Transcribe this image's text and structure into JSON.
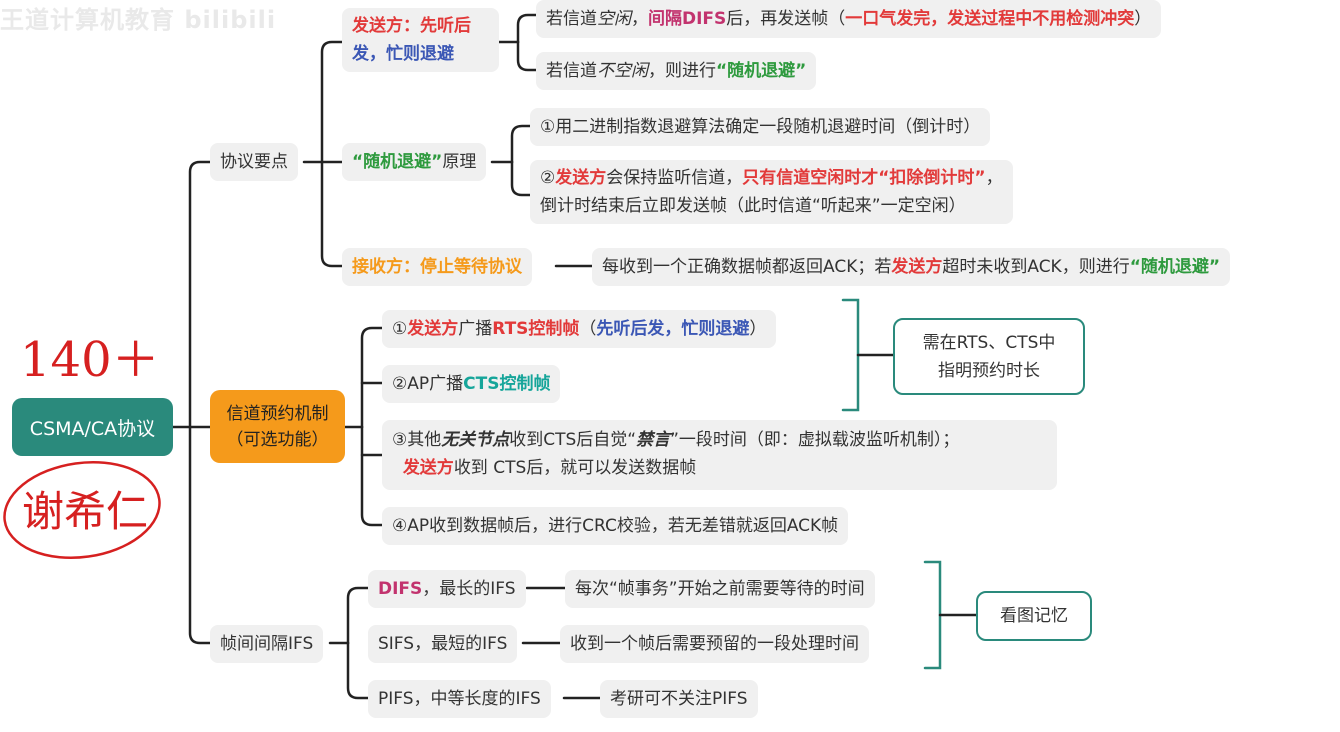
{
  "watermark": "王道计算机教育 bilibili",
  "root": "CSMA/CA协议",
  "branch1": {
    "label": "协议要点",
    "sender": {
      "label_a": "发送方：先听后",
      "label_b": "发，忙则退避",
      "item1": {
        "p1": "若信道",
        "p2": "空闲",
        "p3": "，",
        "p4": "间隔DIFS",
        "p5": "后，再发送帧（",
        "p6": "一口气发完，发送过程中不用检测冲突",
        "p7": "）"
      },
      "item2": {
        "p1": "若信道",
        "p2": "不空闲",
        "p3": "，则进行",
        "p4": "“随机退避”"
      }
    },
    "backoff": {
      "label_a": "“随机退避”",
      "label_b": "原理",
      "item1": "①用二进制指数退避算法确定一段随机退避时间（倒计时）",
      "item2": {
        "p1": "②",
        "p2": "发送方",
        "p3": "会保持监听信道，",
        "p4": "只有信道空闲时才“扣除倒计时”",
        "p5": "，",
        "line2": "倒计时结束后立即发送帧（此时信道“听起来”一定空闲）"
      }
    },
    "receiver": {
      "label": "接收方：停止等待协议",
      "item": {
        "p1": "每收到一个正确数据帧都返回ACK；若",
        "p2": "发送方",
        "p3": "超时未收到ACK，则进行",
        "p4": "“随机退避”"
      }
    }
  },
  "branch2": {
    "label_a": "信道预约机制",
    "label_b": "（可选功能）",
    "item1": {
      "p1": "①",
      "p2": "发送方",
      "p3": "广播",
      "p4": "RTS控制帧",
      "p5": "（",
      "p6": "先听后发，忙则退避",
      "p7": "）"
    },
    "item2": {
      "p1": "②AP广播",
      "p2": "CTS控制帧"
    },
    "item3": {
      "p1": "③其他",
      "p2": "无关节点",
      "p3": "收到CTS后自觉“",
      "p4": "禁言",
      "p5": "”一段时间（即：虚拟载波监听机制）；",
      "p6": "发送方",
      "p7": "收到 CTS后，就可以发送数据帧"
    },
    "item4": "④AP收到数据帧后，进行CRC校验，若无差错就返回ACK帧",
    "note_a": "需在RTS、CTS中",
    "note_b": "指明预约时长"
  },
  "branch3": {
    "label": "帧间间隔IFS",
    "difs": {
      "p1": "DIFS",
      "p2": "，最长的IFS",
      "desc": "每次“帧事务”开始之前需要等待的时间"
    },
    "sifs": {
      "label": "SIFS，最短的IFS",
      "desc": "收到一个帧后需要预留的一段处理时间"
    },
    "pifs": {
      "label": "PIFS，中等长度的IFS",
      "desc": "考研可不关注PIFS"
    },
    "note": "看图记忆"
  },
  "handwriting": {
    "top": "140＋",
    "name": "谢希仁"
  }
}
